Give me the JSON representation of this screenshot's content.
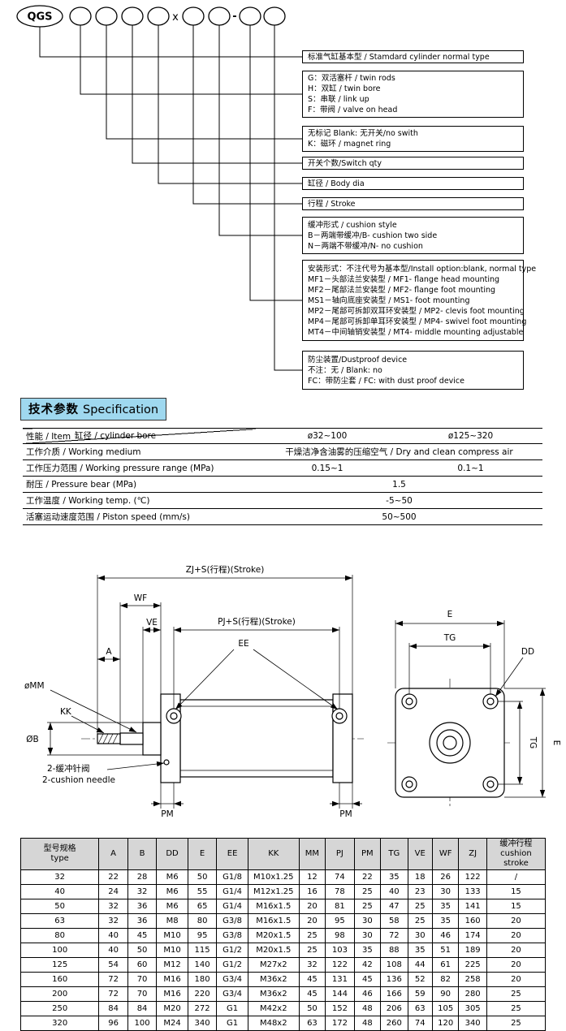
{
  "colors": {
    "spec_title_bg": "#9fd8ef",
    "dim_header_bg": "#d6d6d6"
  },
  "model_code": {
    "prefix": "QGS",
    "sep_x": "x",
    "sep_dash": "-",
    "boxes": [
      {
        "lines": [
          "标准气缸基本型 / Stamdard cylinder normal type"
        ]
      },
      {
        "lines": [
          "G：双活塞杆 / twin rods",
          "H：双缸 / twin bore",
          "S：串联 / link up",
          "F：带阀 / valve on head"
        ]
      },
      {
        "lines": [
          "无标记 Blank: 无开关/no swith",
          "K：磁环 / magnet ring"
        ]
      },
      {
        "lines": [
          "开关个数/Switch qty"
        ]
      },
      {
        "lines": [
          "缸径 / Body dia"
        ]
      },
      {
        "lines": [
          "行程 / Stroke"
        ]
      },
      {
        "lines": [
          "缓冲形式 / cushion style",
          "B－两端带缓冲/B- cushion two side",
          "N－两端不带缓冲/N- no cushion"
        ]
      },
      {
        "lines": [
          "安装形式：不注代号为基本型/Install option:blank, normal type",
          "MF1－头部法兰安装型 / MF1- flange head mounting",
          "MF2－尾部法兰安装型 / MF2- flange foot mounting",
          "MS1－轴向底座安装型 / MS1- foot mounting",
          "MP2－尾部可拆卸双耳环安装型 / MP2- clevis foot mounting",
          "MP4－尾部可拆卸单耳环安装型 / MP4- swivel foot mounting",
          "MT4－中间轴销安装型 / MT4- middle mounting adjustable"
        ]
      },
      {
        "lines": [
          "防尘装置/Dustproof device",
          "不注：无 / Blank: no",
          "FC：带防尘套 / FC: with dust proof device"
        ]
      }
    ]
  },
  "spec": {
    "title_zh": "技术参数",
    "title_en": "Specification",
    "header": {
      "corner_top": "缸径 / cylinder bore",
      "corner_bottom": "性能 / Item",
      "col1": "ø32~100",
      "col2": "ø125~320"
    },
    "rows": [
      {
        "label": "工作介质 / Working medium",
        "value": "干燥洁净含油雾的压缩空气 / Dry and clean compress air"
      },
      {
        "label": "工作压力范围 / Working pressure range (MPa)",
        "v1": "0.15~1",
        "v2": "0.1~1"
      },
      {
        "label": "耐压 / Pressure bear (MPa)",
        "value": "1.5"
      },
      {
        "label": "工作温度 / Working temp. (℃)",
        "value": "-5~50"
      },
      {
        "label": "活塞运动速度范围 / Piston speed (mm/s)",
        "value": "50~500"
      }
    ]
  },
  "drawing": {
    "labels": {
      "zj": "ZJ+S(行程)(Stroke)",
      "wf": "WF",
      "ve": "VE",
      "pj": "PJ+S(行程)(Stroke)",
      "ee": "EE",
      "a": "A",
      "kk": "KK",
      "mm": "øMM",
      "b": "ØB",
      "cushion_zh": "2-缓冲针阀",
      "cushion_en": "2-cushion needle",
      "pm_left": "PM",
      "pm_right": "PM",
      "e_top": "E",
      "tg_top": "TG",
      "dd": "DD",
      "tg_right": "TG",
      "e_right": "E"
    }
  },
  "dim_table": {
    "col_type_zh": "型号规格",
    "col_type_en": "type",
    "cols": [
      "A",
      "B",
      "DD",
      "E",
      "EE",
      "KK",
      "MM",
      "PJ",
      "PM",
      "TG",
      "VE",
      "WF",
      "ZJ"
    ],
    "col_cushion_zh": "缓冲行程",
    "col_cushion_en": "cushion stroke",
    "rows": [
      [
        "32",
        "22",
        "28",
        "M6",
        "50",
        "G1/8",
        "M10x1.25",
        "12",
        "74",
        "22",
        "35",
        "18",
        "26",
        "122",
        "/"
      ],
      [
        "40",
        "24",
        "32",
        "M6",
        "55",
        "G1/4",
        "M12x1.25",
        "16",
        "78",
        "25",
        "40",
        "23",
        "30",
        "133",
        "15"
      ],
      [
        "50",
        "32",
        "36",
        "M6",
        "65",
        "G1/4",
        "M16x1.5",
        "20",
        "81",
        "25",
        "47",
        "25",
        "35",
        "141",
        "15"
      ],
      [
        "63",
        "32",
        "36",
        "M8",
        "80",
        "G3/8",
        "M16x1.5",
        "20",
        "95",
        "30",
        "58",
        "25",
        "35",
        "160",
        "20"
      ],
      [
        "80",
        "40",
        "45",
        "M10",
        "95",
        "G3/8",
        "M20x1.5",
        "25",
        "98",
        "30",
        "72",
        "30",
        "46",
        "174",
        "20"
      ],
      [
        "100",
        "40",
        "50",
        "M10",
        "115",
        "G1/2",
        "M20x1.5",
        "25",
        "103",
        "35",
        "88",
        "35",
        "51",
        "189",
        "20"
      ],
      [
        "125",
        "54",
        "60",
        "M12",
        "140",
        "G1/2",
        "M27x2",
        "32",
        "122",
        "42",
        "108",
        "44",
        "61",
        "225",
        "20"
      ],
      [
        "160",
        "72",
        "70",
        "M16",
        "180",
        "G3/4",
        "M36x2",
        "45",
        "131",
        "45",
        "136",
        "52",
        "82",
        "258",
        "20"
      ],
      [
        "200",
        "72",
        "70",
        "M16",
        "220",
        "G3/4",
        "M36x2",
        "45",
        "144",
        "46",
        "166",
        "59",
        "90",
        "280",
        "25"
      ],
      [
        "250",
        "84",
        "84",
        "M20",
        "272",
        "G1",
        "M42x2",
        "50",
        "152",
        "48",
        "206",
        "63",
        "105",
        "305",
        "25"
      ],
      [
        "320",
        "96",
        "100",
        "M24",
        "340",
        "G1",
        "M48x2",
        "63",
        "172",
        "48",
        "260",
        "74",
        "120",
        "340",
        "25"
      ]
    ]
  }
}
